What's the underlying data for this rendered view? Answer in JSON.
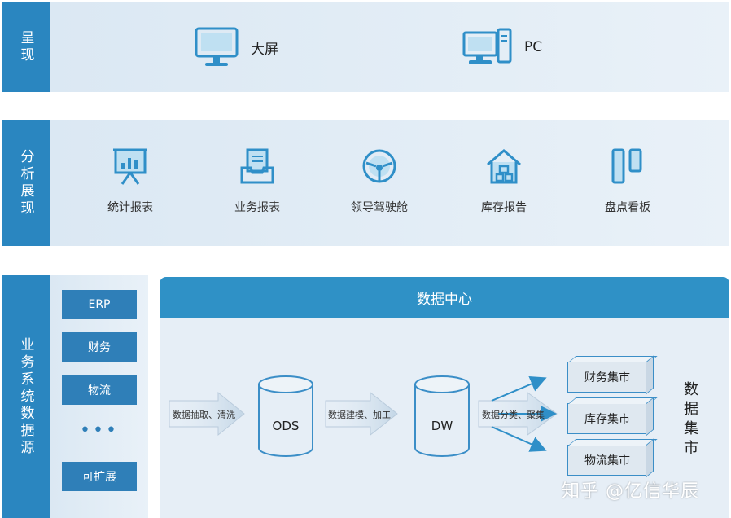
{
  "presentation": {
    "label": "呈现",
    "items": [
      {
        "icon": "monitor-icon",
        "label": "大屏"
      },
      {
        "icon": "pc-icon",
        "label": "PC"
      }
    ]
  },
  "analysis": {
    "label": "分析展现",
    "items": [
      {
        "icon": "presentation-chart-icon",
        "label": "统计报表"
      },
      {
        "icon": "document-tray-icon",
        "label": "业务报表"
      },
      {
        "icon": "steering-wheel-icon",
        "label": "领导驾驶舱"
      },
      {
        "icon": "house-icon",
        "label": "库存报告"
      },
      {
        "icon": "kanban-board-icon",
        "label": "盘点看板"
      }
    ]
  },
  "source_systems": {
    "label": "业务系统数据源",
    "items": [
      "ERP",
      "财务",
      "物流",
      "可扩展"
    ],
    "ellipsis": "•••"
  },
  "data_center": {
    "title": "数据中心",
    "flow": {
      "step1": "数据抽取、清洗",
      "store1": "ODS",
      "step2": "数据建模、加工",
      "store2": "DW",
      "step3": "数据分类、聚集"
    },
    "marts": [
      "财务集市",
      "库存集市",
      "物流集市"
    ],
    "marts_label": "数据集市"
  },
  "watermark": "知乎 @亿信华辰",
  "colors": {
    "accent": "#2a86c0",
    "band": "#dbe8f3",
    "icon": "#2f8fc8"
  }
}
